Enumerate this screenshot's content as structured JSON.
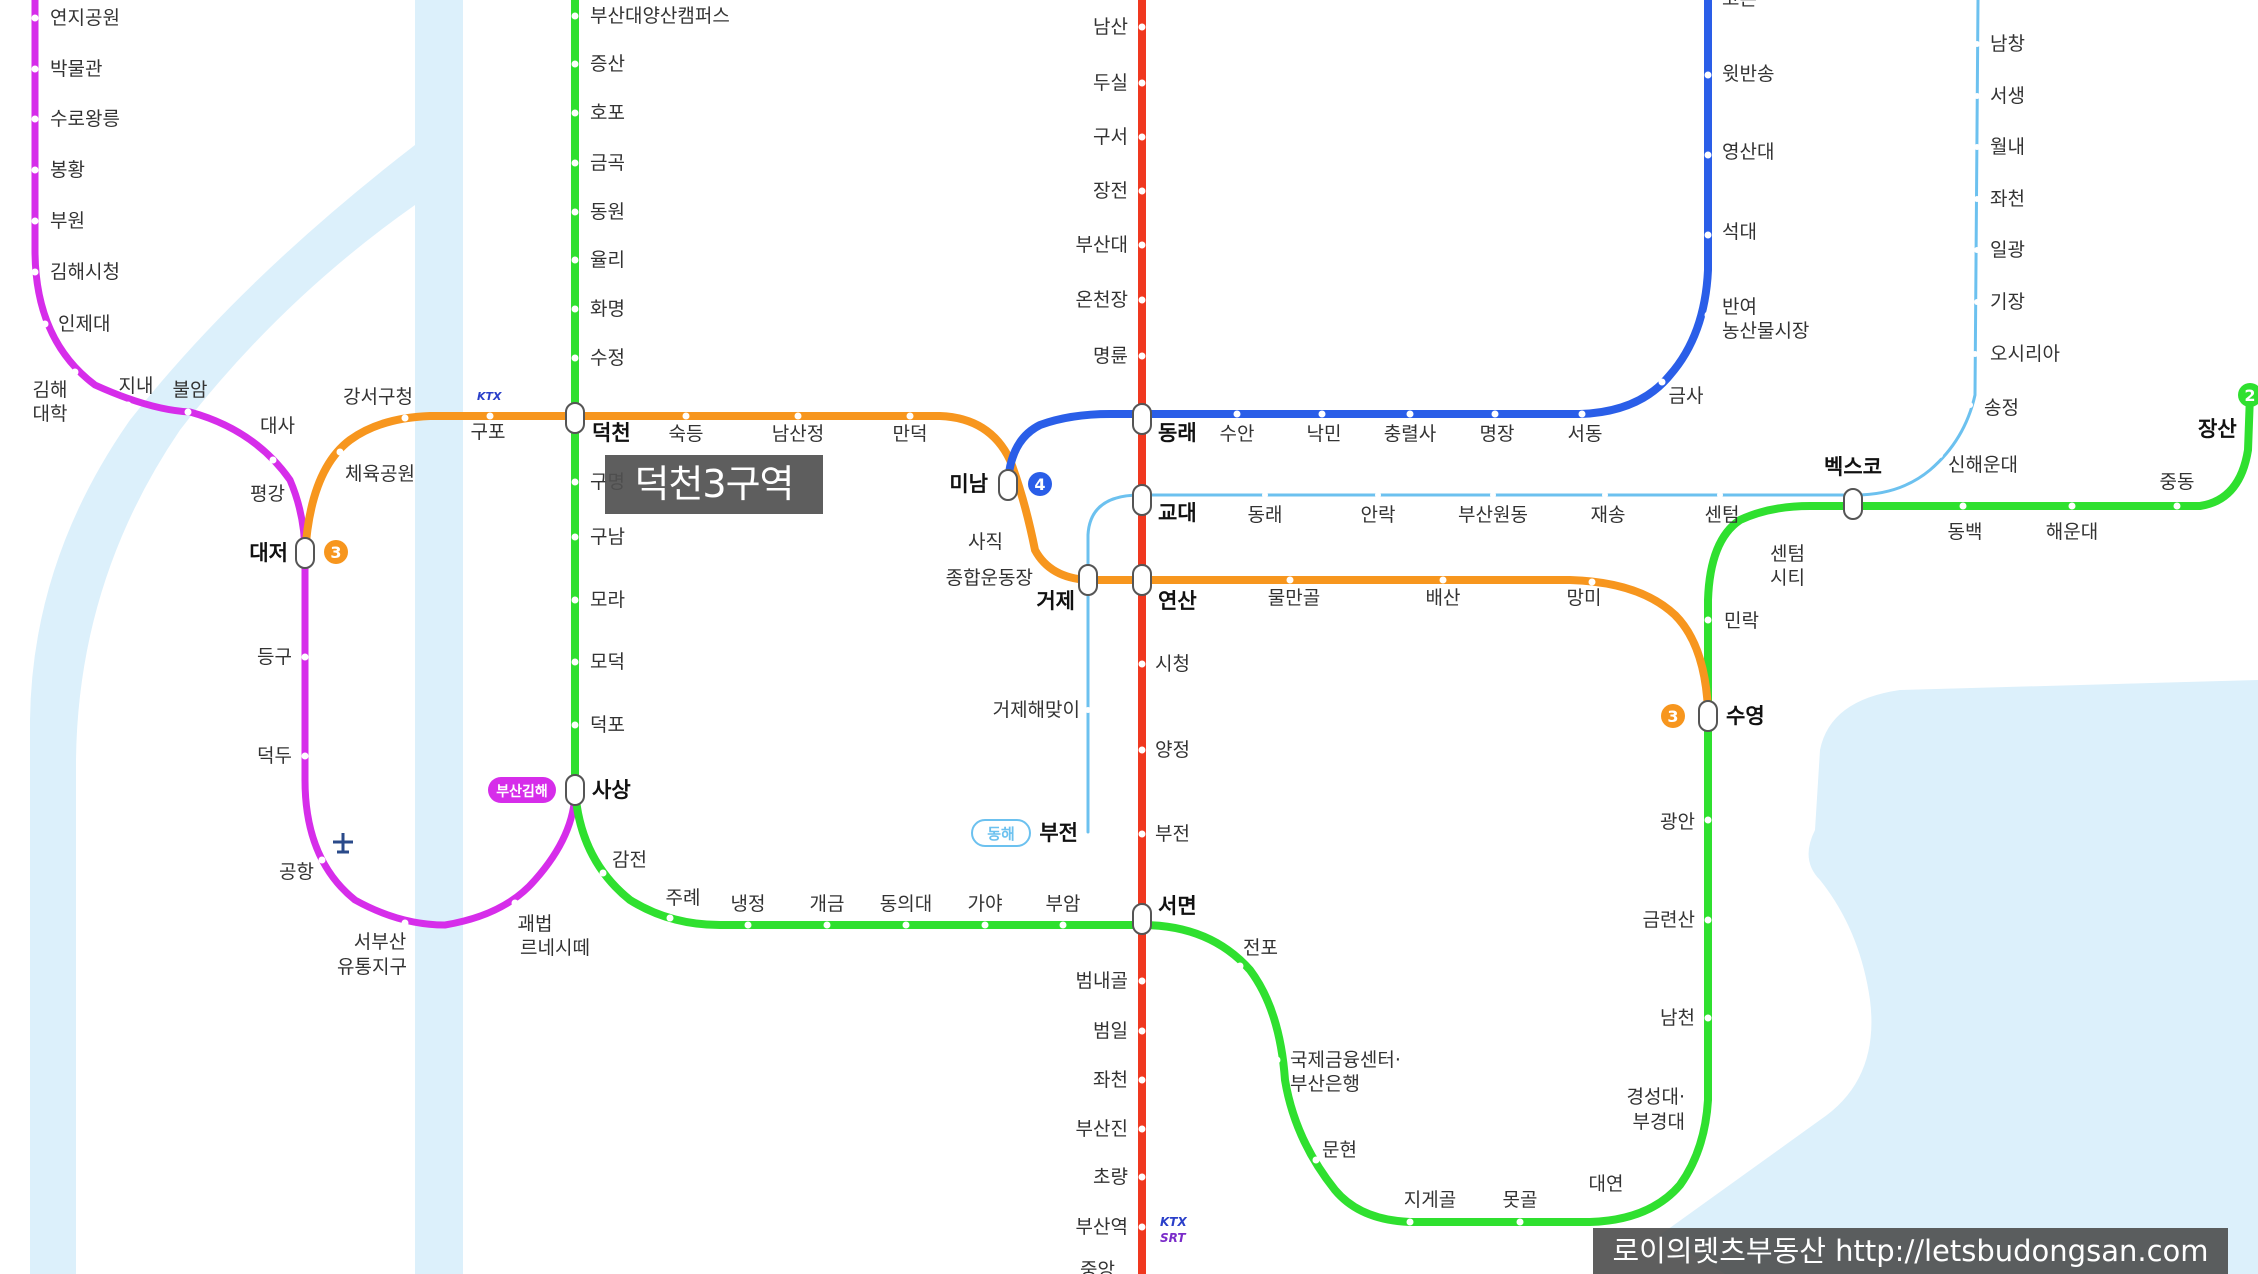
{
  "overlay": {
    "highlight_label": "덕천3구역",
    "watermark": "로이의렛츠부동산 http://letsbudongsan.com"
  },
  "colors": {
    "line1": "#f0381f",
    "line2": "#2fe02f",
    "line3": "#f7961e",
    "line4": "#2a5ee8",
    "donghae": "#6cc1ef",
    "gimhae": "#d62dea",
    "water": "#dcf0fb"
  },
  "badges": {
    "line3_a": "3",
    "line3_b": "3",
    "line4": "4",
    "line2": "2",
    "donghae": "동해",
    "gimhae": "부산김해",
    "ktx": "KTX",
    "srt": "SRT"
  },
  "stations": {
    "l1": [
      "남산",
      "두실",
      "구서",
      "장전",
      "부산대",
      "온천장",
      "명륜",
      "동래",
      "교대",
      "연산",
      "시청",
      "양정",
      "부전",
      "서면",
      "범내골",
      "범일",
      "좌천",
      "부산진",
      "초량",
      "부산역",
      "중앙"
    ],
    "l2": [
      "부산대양산캠퍼스",
      "증산",
      "호포",
      "금곡",
      "동원",
      "율리",
      "화명",
      "수정",
      "덕천",
      "구명",
      "구남",
      "모라",
      "모덕",
      "덕포",
      "사상",
      "감전",
      "주례",
      "냉정",
      "개금",
      "동의대",
      "가야",
      "부암",
      "서면",
      "전포",
      "국제금융센터·",
      "부산은행",
      "문현",
      "지게골",
      "못골",
      "대연",
      "경성대·",
      "부경대",
      "남천",
      "금련산",
      "광안",
      "수영",
      "민락",
      "센텀",
      "시티",
      "벡스코",
      "동백",
      "해운대",
      "중동",
      "장산"
    ],
    "l3": [
      "대저",
      "체육공원",
      "강서구청",
      "구포",
      "덕천",
      "숙등",
      "남산정",
      "만덕",
      "미남",
      "사직",
      "종합운동장",
      "거제",
      "연산",
      "물만골",
      "배산",
      "망미",
      "수영"
    ],
    "l4": [
      "미남",
      "동래",
      "수안",
      "낙민",
      "충렬사",
      "명장",
      "서동",
      "금사",
      "반여",
      "농산물시장",
      "석대",
      "영산대",
      "윗반송",
      "고촌"
    ],
    "donghae": [
      "부전",
      "거제해맞이",
      "교대",
      "동래",
      "안락",
      "부산원동",
      "재송",
      "센텀",
      "벡스코",
      "신해운대",
      "송정",
      "오시리아",
      "기장",
      "일광",
      "좌천",
      "월내",
      "서생",
      "남창"
    ],
    "gimhae": [
      "연지공원",
      "박물관",
      "수로왕릉",
      "봉황",
      "부원",
      "김해시청",
      "인제대",
      "김해",
      "대학",
      "지내",
      "불암",
      "대사",
      "평강",
      "대저",
      "등구",
      "덕두",
      "공항",
      "서부산",
      "유통지구",
      "괘법",
      "르네시떼",
      "사상"
    ]
  }
}
